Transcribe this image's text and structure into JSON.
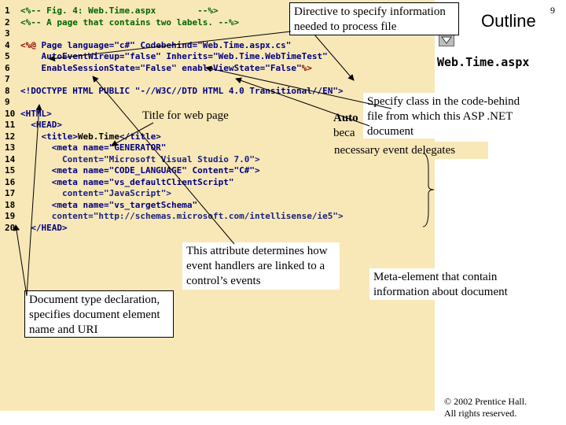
{
  "page_number": "9",
  "outline_title": "Outline",
  "file_title": "Web.Time.aspx",
  "line_numbers": [
    "1",
    "2",
    "3",
    "4",
    "5",
    "6",
    "7",
    "8",
    "9",
    "10",
    "11",
    "12",
    "13",
    "14",
    "15",
    "16",
    "17",
    "18",
    "19",
    "20"
  ],
  "code": {
    "l1": "<%-- Fig. 4: Web.Time.aspx        --%>",
    "l2": "<%-- A page that contains two labels. --%>",
    "l4_open": "<%@",
    "l4_rest": " Page language=\"c#\" Codebehind=\"Web.Time.aspx.cs\"",
    "l5": "    AutoEventWireup=\"false\" Inherits=\"Web.Time.WebTimeTest\"",
    "l6_main": "    EnableSessionState=\"False\" enableViewState=\"False\"",
    "l6_close": "%>",
    "l8": "<!DOCTYPE HTML PUBLIC \"-//W3C//DTD HTML 4.0 Transitional//EN\">",
    "l10": "<HTML>",
    "l11": "  <HEAD>",
    "l12_open": "    <title>",
    "l12_text": "Web.Time",
    "l12_close": "</title>",
    "l13": "      <meta name=\"GENERATOR\"",
    "l14": "        Content=\"Microsoft Visual Studio 7.0\">",
    "l15": "      <meta name=\"CODE_LANGUAGE\" Content=\"C#\">",
    "l16": "      <meta name=\"vs_defaultClientScript\"",
    "l17": "        content=\"JavaScript\">",
    "l18": "      <meta name=\"vs_targetSchema\"",
    "l19": "      content=\"http://schemas.microsoft.com/intellisense/ie5\">",
    "l20": "  </HEAD>"
  },
  "callouts": {
    "directive": "Directive to specify information needed to process file",
    "title": "Title for web page",
    "codebehind": "Specify class in the code-behind file from which this ASP .NET document",
    "partial_auto": "Auto",
    "partial_beca": "beca",
    "event_delegates": "necessary event delegates",
    "autoeventwireup": "This attribute determines how event handlers are linked to a control’s events",
    "doctype": "Document type declaration, specifies document element name and URI",
    "meta": "Meta-element that contain information about document"
  },
  "copyright": "© 2002 Prentice Hall. All rights reserved.",
  "nav": {
    "up_icon": "triangle-up-icon",
    "down_icon": "triangle-down-icon"
  },
  "colors": {
    "code_background": "#f8e8b8",
    "comment": "#006400",
    "keyword": "#000080",
    "highlight": "#8b0000"
  }
}
